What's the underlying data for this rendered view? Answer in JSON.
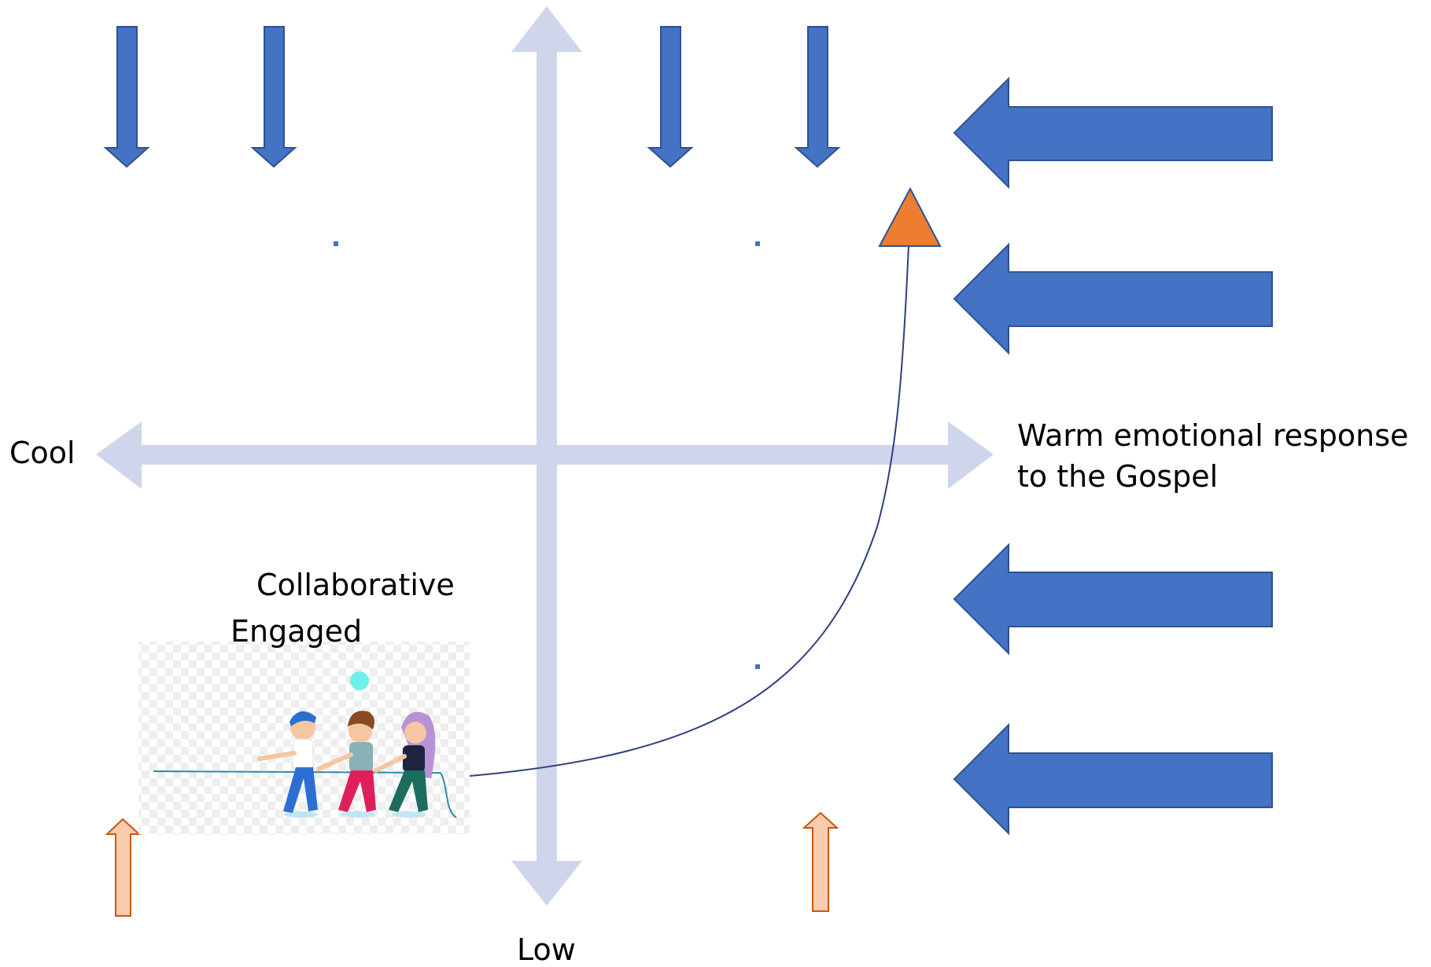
{
  "labels": {
    "left": "Cool",
    "right_line1": "Warm emotional response",
    "right_line2": "to the Gospel",
    "bottom": "Low",
    "quadrant_line1": "Collaborative",
    "quadrant_line2": "Engaged"
  },
  "colors": {
    "axis": "#cfd6ec",
    "blue_arrow": "#4472c4",
    "blue_arrow_stroke": "#2f528f",
    "peach_arrow": "#f8cbad",
    "peach_arrow_stroke": "#c55a11",
    "triangle": "#ed7d31",
    "curve": "#2f3f7f"
  },
  "illustration": {
    "name": "team-tug-of-war-image",
    "people": 3
  }
}
